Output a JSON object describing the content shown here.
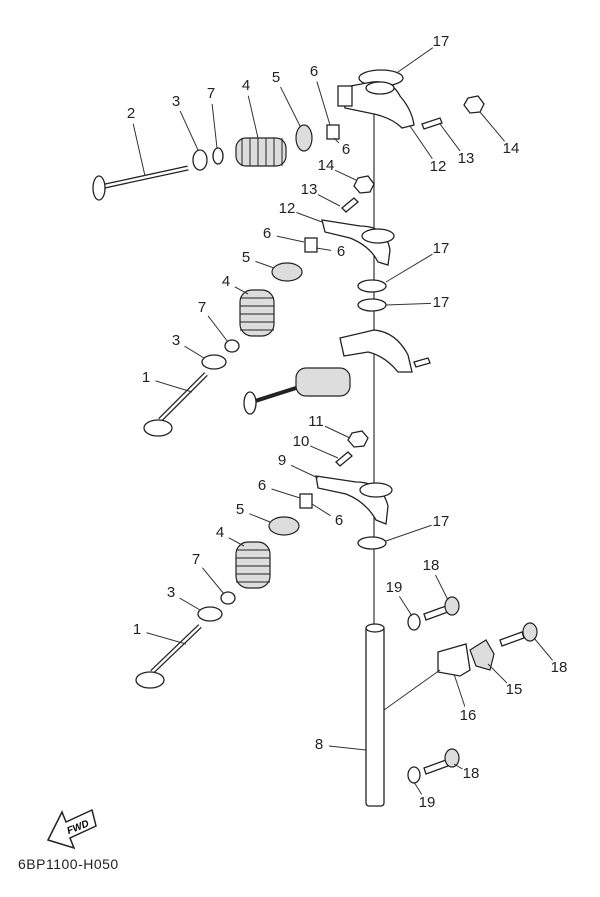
{
  "diagram_code": "6BP1100-H050",
  "fwd_label": "FWD",
  "callouts": [
    "17",
    "2",
    "3",
    "7",
    "4",
    "5",
    "6",
    "6",
    "12",
    "13",
    "14",
    "14",
    "13",
    "12",
    "6",
    "6",
    "17",
    "17",
    "5",
    "4",
    "7",
    "3",
    "1",
    "11",
    "10",
    "9",
    "6",
    "6",
    "17",
    "5",
    "4",
    "7",
    "3",
    "1",
    "18",
    "19",
    "18",
    "15",
    "16",
    "8",
    "18",
    "19"
  ]
}
